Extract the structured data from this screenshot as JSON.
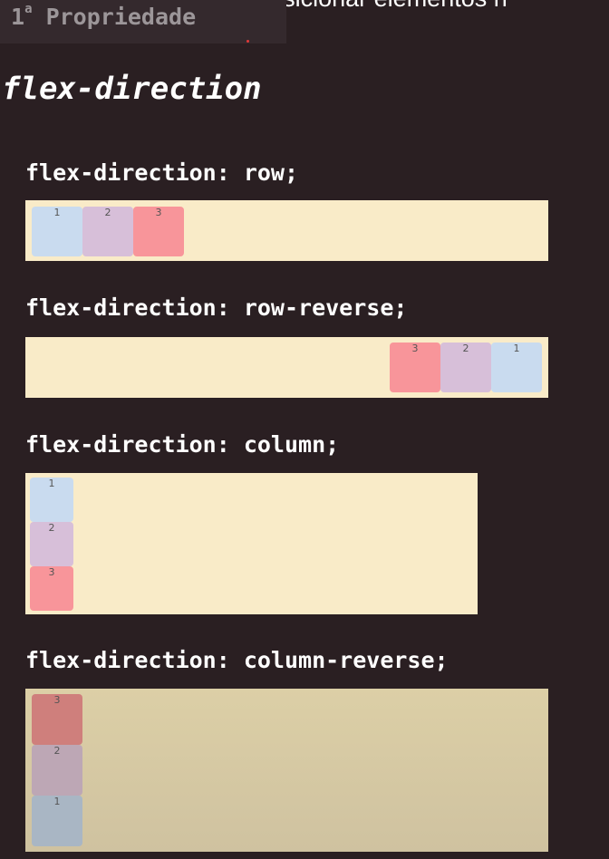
{
  "video": {
    "title": "FLEXBOX CSS: Como posicionar elementos n",
    "chip_number": "1",
    "chip_superscript": "a",
    "chip_label": "Propriedade"
  },
  "page": {
    "title": "flex-direction"
  },
  "examples": [
    {
      "label": "flex-direction: row;",
      "items": [
        "1",
        "2",
        "3"
      ]
    },
    {
      "label": "flex-direction: row-reverse;",
      "items": [
        "3",
        "2",
        "1"
      ]
    },
    {
      "label": "flex-direction: column;",
      "items": [
        "1",
        "2",
        "3"
      ]
    },
    {
      "label": "flex-direction: column-reverse;",
      "items": [
        "3",
        "2",
        "1"
      ]
    }
  ],
  "colors": {
    "background": "#2a1f22",
    "container": "#f9ebc8",
    "item_blue": "#c9dbef",
    "item_purple": "#d7bfd9",
    "item_red": "#f8959a"
  }
}
